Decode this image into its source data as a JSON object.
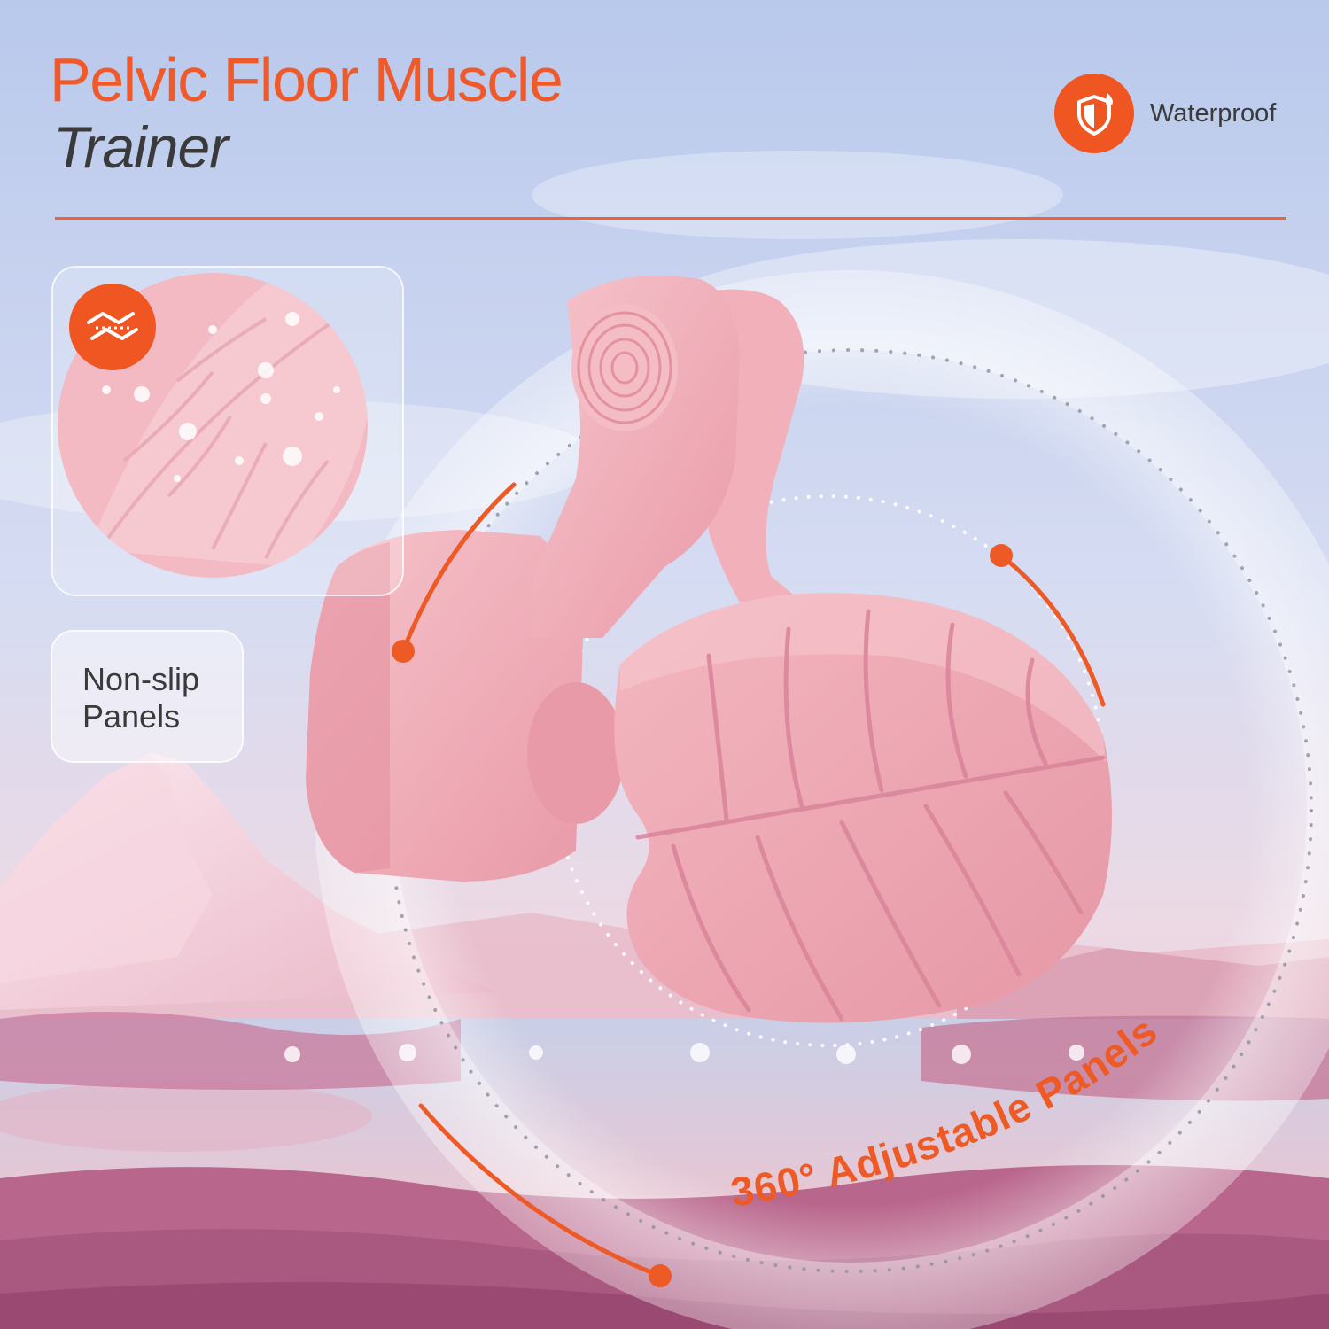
{
  "header": {
    "title": "Pelvic Floor Muscle",
    "subtitle": "Trainer"
  },
  "badges": {
    "waterproof": {
      "label": "Waterproof",
      "icon": "shield-water-icon"
    }
  },
  "features": {
    "nonslip": {
      "label_line1": "Non-slip",
      "label_line2": "Panels",
      "icon": "textured-surface-icon"
    },
    "adjustable": {
      "label": "360° Adjustable Panels",
      "icon": "rotate-arc-icon"
    }
  },
  "colors": {
    "accent": "#ef5621",
    "text_dark": "#3a3a3a",
    "product_pink": "#f0aeb7",
    "sky": "#c9d6ef"
  }
}
